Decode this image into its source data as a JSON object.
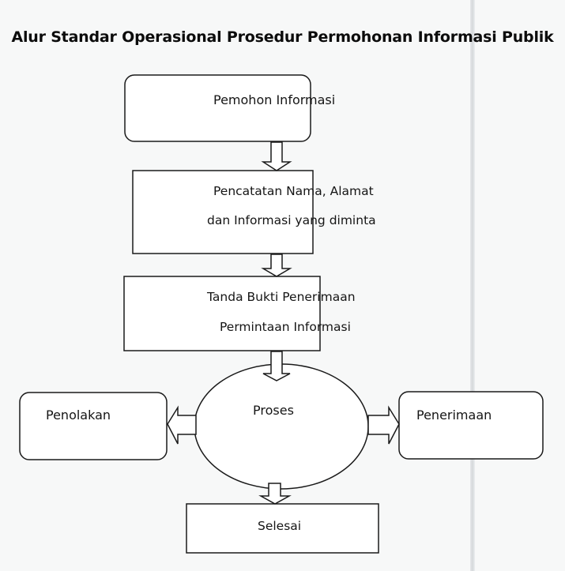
{
  "title": "Alur Standar Operasional Prosedur Permohonan Informasi Publik",
  "nodes": {
    "pemohon": {
      "label": "Pemohon Informasi"
    },
    "pencatatan": {
      "line1": "Pencatatan Nama, Alamat",
      "line2": "dan Informasi yang diminta"
    },
    "tanda_bukti": {
      "line1": "Tanda Bukti Penerimaan",
      "line2": "Permintaan Informasi"
    },
    "proses": {
      "label": "Proses"
    },
    "penolakan": {
      "label": "Penolakan"
    },
    "penerimaan": {
      "label": "Penerimaan"
    },
    "selesai": {
      "label": "Selesai"
    }
  },
  "colors": {
    "stroke": "#1a1a1a",
    "fill": "#ffffff",
    "background": "#f7f8f8"
  }
}
